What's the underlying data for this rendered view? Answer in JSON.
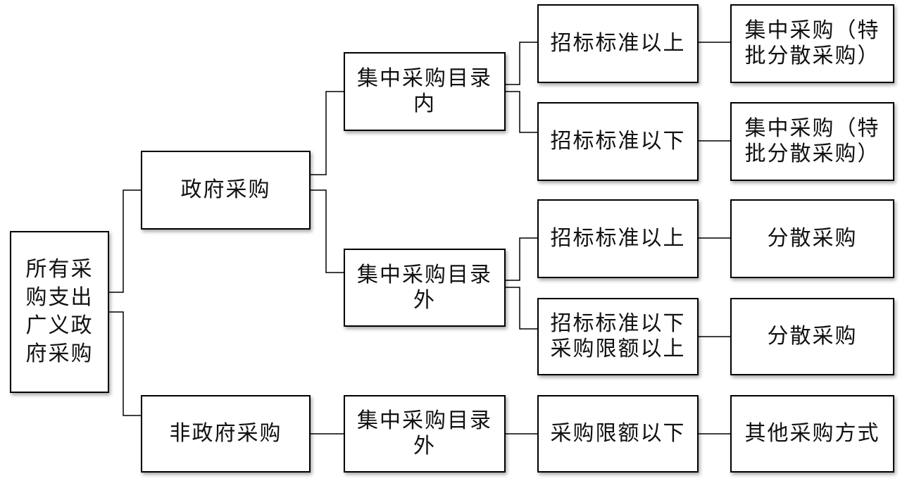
{
  "root": {
    "label": "所有采\n购支出\n广义政\n府采购"
  },
  "level1": {
    "gov": "政府采购",
    "nongov": "非政府采购"
  },
  "level2": {
    "gov_in": "集中采购目录\n内",
    "gov_out": "集中采购目录\n外",
    "nongov_out": "集中采购目录\n外"
  },
  "level3": {
    "in_above": "招标标准以上",
    "in_below": "招标标准以下",
    "out_above": "招标标准以上",
    "out_between": "招标标准以下\n采购限额以上",
    "nongov_below": "采购限额以下"
  },
  "level4": {
    "in_above": "集中采购（特\n批分散采购）",
    "in_below": "集中采购（特\n批分散采购）",
    "out_above": "分散采购",
    "out_between": "分散采购",
    "nongov_below": "其他采购方式"
  }
}
